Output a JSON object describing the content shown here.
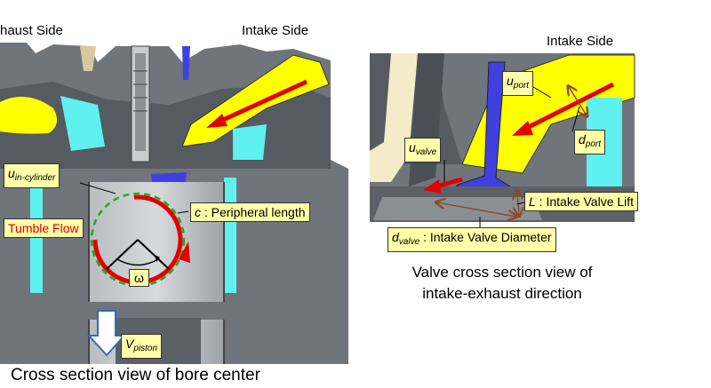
{
  "left": {
    "exhaust_side": "haust  Side",
    "intake_side": "Intake  Side",
    "caption": "Cross section view of bore center",
    "labels": {
      "u_sym": "u",
      "u_sub": "in-cylinder",
      "c_sym": "c",
      "c_text": " : Peripheral length",
      "tumble": "Tumble  Flow",
      "omega": "ω",
      "v_sym": "V",
      "v_sub": "piston"
    }
  },
  "right": {
    "intake_side": "Intake  Side",
    "caption_line1": "Valve cross section view of",
    "caption_line2": "intake-exhaust direction",
    "labels": {
      "u_port_sym": "u",
      "u_port_sub": "port",
      "d_port_sym": "d",
      "d_port_sub": "port",
      "u_valve_sym": "u",
      "u_valve_sub": "valve",
      "l_sym": "L",
      "l_text": " : Intake Valve Lift",
      "d_valve_sym": "d",
      "d_valve_sub": "valve",
      "d_valve_text": " : Intake Valve Diameter"
    }
  },
  "colors": {
    "engine_gray": "#6f757b",
    "dark_gray": "#4a4f55",
    "light_gray": "#a9aeb3",
    "intake_yellow": "#ffff00",
    "coolant_cyan": "#5ff0f0",
    "valve_blue": "#4040e0",
    "flow_red": "#e00000",
    "tumble_green": "#22aa22",
    "tag_bg": "#ffffa8"
  }
}
